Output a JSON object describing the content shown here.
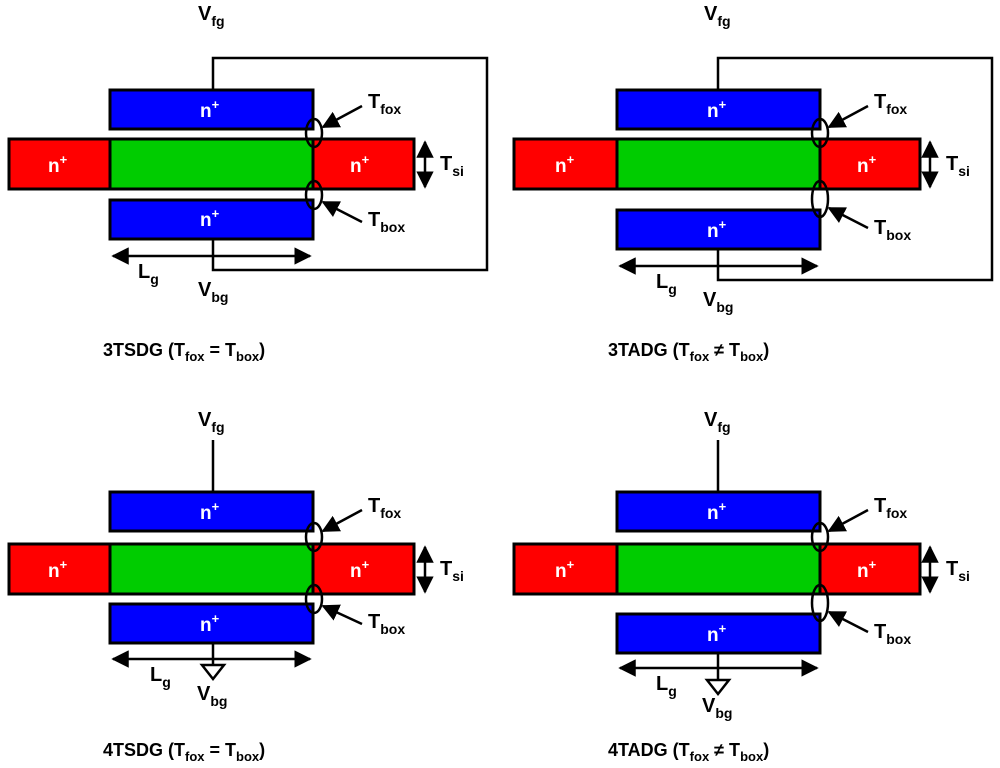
{
  "colors": {
    "gate": "#0000ff",
    "source_drain": "#ff0000",
    "channel": "#00cc00"
  },
  "labels": {
    "n_plus": "n",
    "plus": "+",
    "V": "V",
    "fg": "fg",
    "bg": "bg",
    "T": "T",
    "fox": "fox",
    "box": "box",
    "si": "si",
    "L": "L",
    "g": "g"
  },
  "panels": [
    {
      "caption_main": "3TSDG (T",
      "caption_mid": " = T",
      "caption_end": ")",
      "caption_sub1": "fox",
      "caption_sub2": "box"
    },
    {
      "caption_main": "3TADG (T",
      "caption_mid": " ≠ T",
      "caption_end": ")",
      "caption_sub1": "fox",
      "caption_sub2": "box"
    },
    {
      "caption_main": "4TSDG (T",
      "caption_mid": " = T",
      "caption_end": ")",
      "caption_sub1": "fox",
      "caption_sub2": "box"
    },
    {
      "caption_main": "4TADG (T",
      "caption_mid": " ≠ T",
      "caption_end": ")",
      "caption_sub1": "fox",
      "caption_sub2": "box"
    }
  ]
}
